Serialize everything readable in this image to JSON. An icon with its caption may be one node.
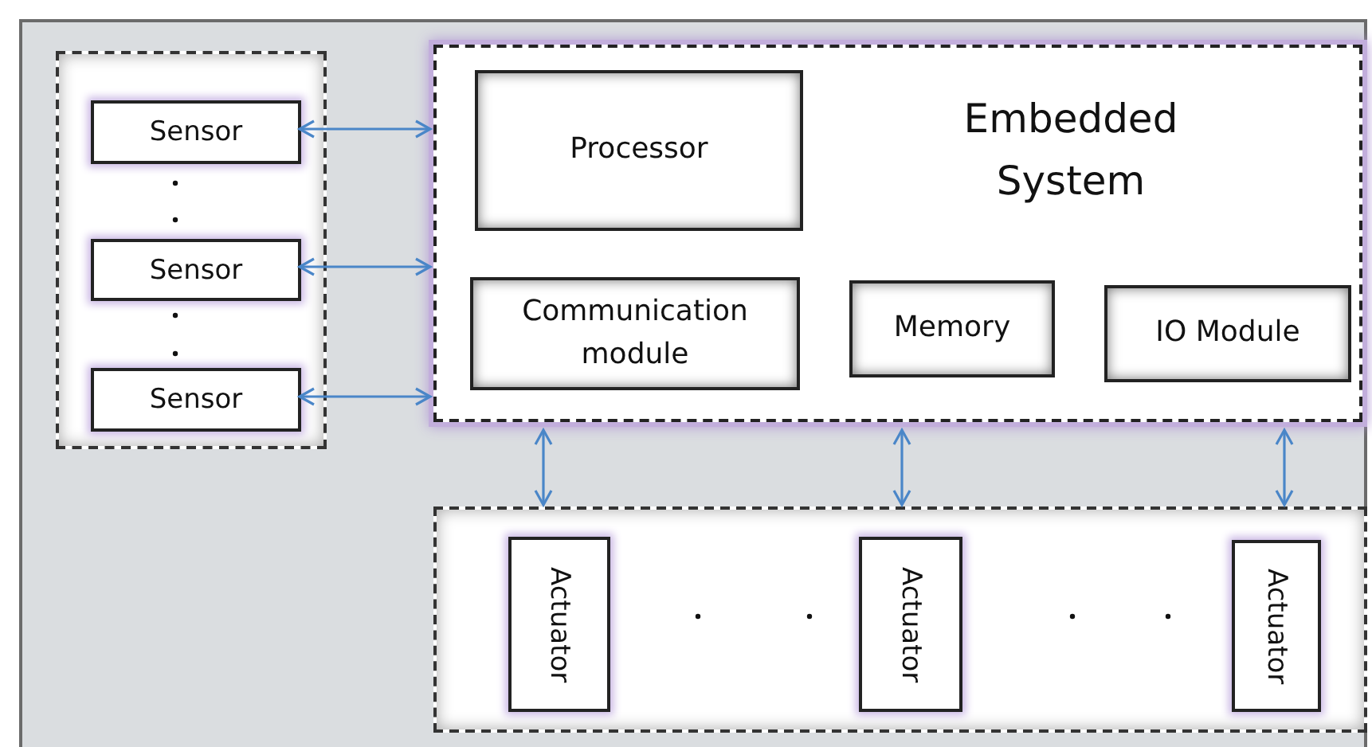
{
  "diagram": {
    "nodes": [
      {
        "text": [],
        "shape": "box"
      },
      {
        "text": [
          "Sensor"
        ],
        "in": 0
      },
      {
        "text": [
          "Sensor"
        ],
        "in": 0
      },
      {
        "text": [
          "Sensor"
        ],
        "in": 0
      },
      {
        "text": [
          "Embedded System"
        ]
      },
      {
        "text": [
          "Processor"
        ],
        "in": 4
      },
      {
        "text": [
          "Communication module"
        ],
        "in": 4
      },
      {
        "text": [
          "Memory"
        ],
        "in": 4
      },
      {
        "text": [
          "IO Module"
        ],
        "in": 4
      },
      {
        "text": [],
        "shape": "box"
      },
      {
        "text": [
          "Actuator"
        ],
        "in": 9
      },
      {
        "text": [
          "Actuator"
        ],
        "in": 9
      },
      {
        "text": [
          "Actuator"
        ],
        "in": 9
      }
    ],
    "edges": [
      {
        "from": 1,
        "to": 4,
        "arrow": "both"
      },
      {
        "from": 2,
        "to": 4,
        "arrow": "both"
      },
      {
        "from": 3,
        "to": 4,
        "arrow": "both"
      },
      {
        "from": 4,
        "to": 9,
        "arrow": "both"
      },
      {
        "from": 4,
        "to": 9,
        "arrow": "both"
      },
      {
        "from": 4,
        "to": 9,
        "arrow": "both"
      }
    ]
  }
}
